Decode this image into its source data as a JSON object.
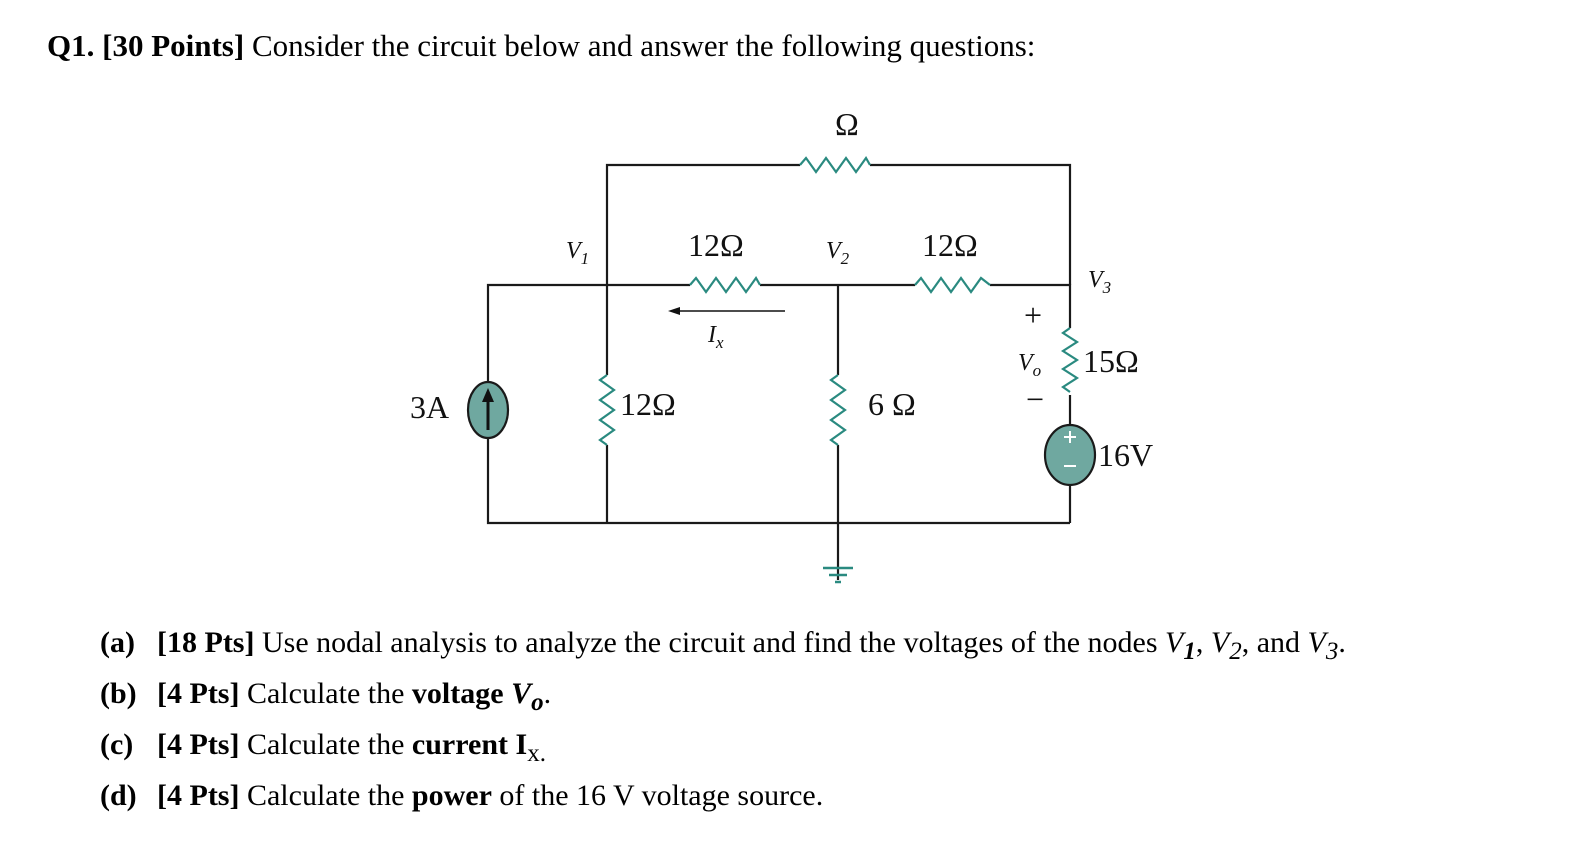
{
  "title": {
    "number": "Q1.",
    "points": "[30 Points]",
    "text": "Consider the circuit below and answer the following questions:"
  },
  "circuit": {
    "top_resistor": "Ω",
    "r_v1_v2": "12Ω",
    "r_v2_v3": "12Ω",
    "r_v1_gnd": "12Ω",
    "r_v2_gnd": "6 Ω",
    "r_15": "15Ω",
    "current_source": "3A",
    "voltage_source": "16V",
    "node_v1": "V",
    "node_v1_sub": "1",
    "node_v2": "V",
    "node_v2_sub": "2",
    "node_v3": "V",
    "node_v3_sub": "3",
    "ix": "I",
    "ix_sub": "x",
    "vo": "V",
    "vo_sub": "o",
    "plus": "+",
    "minus": "−",
    "colors": {
      "component": "#2a8a80",
      "source_fill": "#6fa8a0"
    }
  },
  "questions": [
    {
      "label": "(a)",
      "pts": "[18 Pts]",
      "pre": "Use nodal analysis to analyze the circuit and find the voltages of the nodes ",
      "v1": "V",
      "v1s": "1",
      "sep1": ", ",
      "v2": "V",
      "v2s": "2",
      "sep2": ", and ",
      "v3": "V",
      "v3s": "3",
      "end": "."
    },
    {
      "label": "(b)",
      "pts": "[4 Pts]",
      "pre": "Calculate the ",
      "bold": "voltage",
      "var": "V",
      "vars": "o",
      "end": "."
    },
    {
      "label": "(c)",
      "pts": "[4 Pts]",
      "pre": "Calculate the ",
      "bold": "current",
      "var": "I",
      "vars": "x.",
      "end": ""
    },
    {
      "label": "(d)",
      "pts": "[4 Pts]",
      "pre": "Calculate the ",
      "bold": "power",
      "post": " of the 16 V voltage source."
    }
  ]
}
